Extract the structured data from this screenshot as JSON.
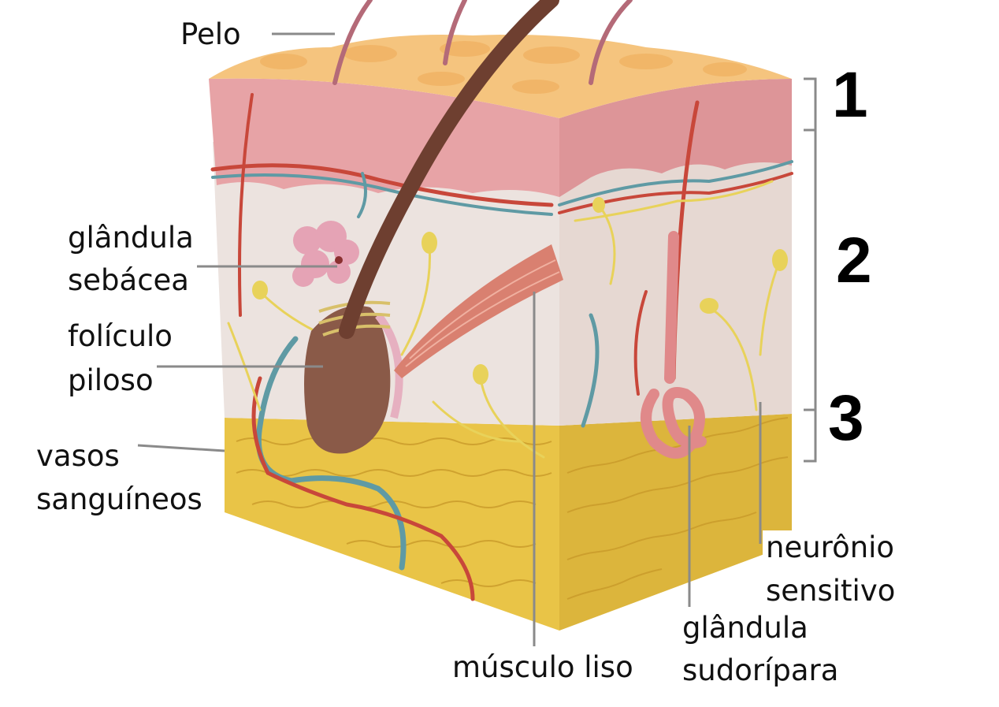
{
  "labels": {
    "pelo": "Pelo",
    "glandula_sebacea": [
      "glândula",
      "sebácea"
    ],
    "foliculo_piloso": [
      "folículo",
      "piloso"
    ],
    "vasos_sanguineos": [
      "vasos",
      "sanguíneos"
    ],
    "musculo_liso": "músculo liso",
    "neuronio_sensitivo": [
      "neurônio",
      "sensitivo"
    ],
    "glandula_sudoripara": [
      "glândula",
      "sudorípara"
    ]
  },
  "layers": [
    "1",
    "2",
    "3"
  ],
  "colors": {
    "epidermis_surface": "#f5c47e",
    "epidermis": "#e7a3a6",
    "dermis": "#ece3df",
    "hypodermis": "#e9c447",
    "hair": "#7a4a3a",
    "artery": "#c8473a",
    "vein": "#5f9aa4",
    "nerve": "#e8d25a",
    "muscle": "#d98070",
    "sweat_gland": "#e0898a",
    "leader_line": "#8a8a8a"
  }
}
